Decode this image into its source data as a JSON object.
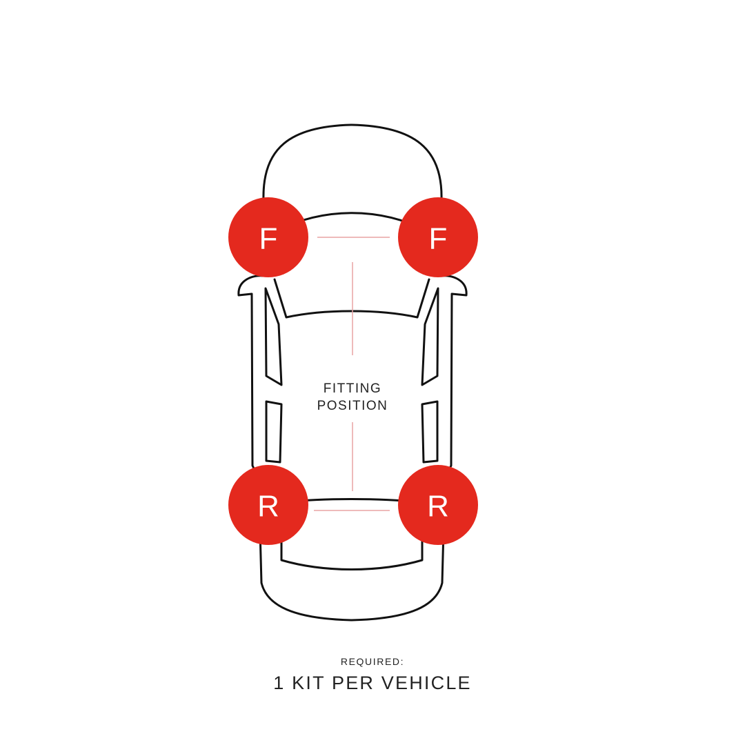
{
  "diagram": {
    "center_label_line1": "FITTING",
    "center_label_line2": "POSITION",
    "front_marker": "F",
    "rear_marker": "R",
    "marker_color": "#e4291e",
    "guide_color": "#e9a3a3",
    "outline_color": "#111111"
  },
  "footer": {
    "required_label": "REQUIRED:",
    "kit_label": "1 KIT PER VEHICLE"
  }
}
